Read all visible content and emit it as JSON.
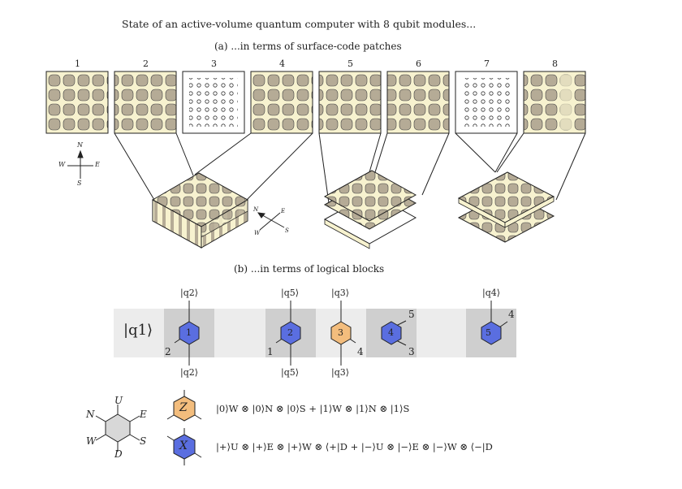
{
  "title": "State of an active-volume quantum computer with 8 qubit modules...",
  "subtitle_a": "(a) ...in terms of surface-code patches",
  "subtitle_b": "(b) ...in terms of logical blocks",
  "modules": [
    "1",
    "2",
    "3",
    "4",
    "5",
    "6",
    "7",
    "8"
  ],
  "compass": {
    "n": "N",
    "e": "E",
    "s": "S",
    "w": "W"
  },
  "block_compass": {
    "n": "N",
    "e": "E",
    "s": "S",
    "w": "W"
  },
  "qubit_row_label": "|q1⟩",
  "blocks": [
    {
      "num": "1",
      "top": "|q2⟩",
      "bottom": "|q2⟩",
      "port_left": "2",
      "port_right": "",
      "type": "X"
    },
    {
      "num": "2",
      "top": "|q5⟩",
      "bottom": "|q5⟩",
      "port_left": "1",
      "port_right": "",
      "type": "X"
    },
    {
      "num": "3",
      "top": "|q3⟩",
      "bottom": "|q3⟩",
      "port_left": "",
      "port_right": "4",
      "type": "Z"
    },
    {
      "num": "4",
      "top": "",
      "bottom": "",
      "port_left": "",
      "port_right_top": "5",
      "port_right_bottom": "3",
      "type": "X"
    },
    {
      "num": "5",
      "top": "|q4⟩",
      "bottom": "",
      "port_left": "",
      "port_right_top": "4",
      "type": "X"
    }
  ],
  "legend": {
    "hex_labels": {
      "u": "U",
      "n": "N",
      "e": "E",
      "w": "W",
      "s": "S",
      "d": "D"
    },
    "z_symbol": "Z",
    "x_symbol": "X",
    "z_formula": "|0⟩W ⊗ |0⟩N ⊗ |0⟩S + |1⟩W ⊗ |1⟩N ⊗ |1⟩S",
    "x_formula": "|+⟩U ⊗ |+⟩E ⊗ |+⟩W ⊗ ⟨+|D + |−⟩U ⊗ |−⟩E ⊗ |−⟩W ⊗ ⟨−|D"
  },
  "colors": {
    "blue": "#5a6ee0",
    "orange": "#f3bd7d",
    "tan": "#b5ab96",
    "cream": "#f7f2cf",
    "gray_band": "#ececec",
    "gray_block": "#cfcfcf",
    "hex_gray": "#d8d8d8"
  }
}
